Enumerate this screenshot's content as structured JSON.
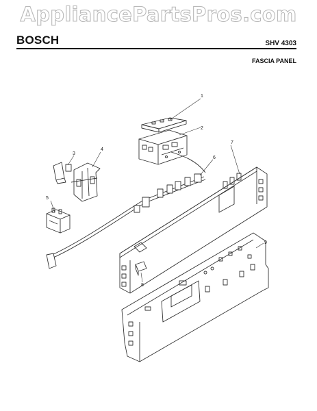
{
  "watermark": "AppliancePartsPros.com",
  "header": {
    "brand": "BOSCH",
    "model": "SHV 4303",
    "section": "FASCIA PANEL"
  },
  "diagram": {
    "callouts": [
      "1",
      "2",
      "3",
      "4",
      "5",
      "6",
      "7",
      "8",
      "9"
    ],
    "line_color": "#333333"
  }
}
